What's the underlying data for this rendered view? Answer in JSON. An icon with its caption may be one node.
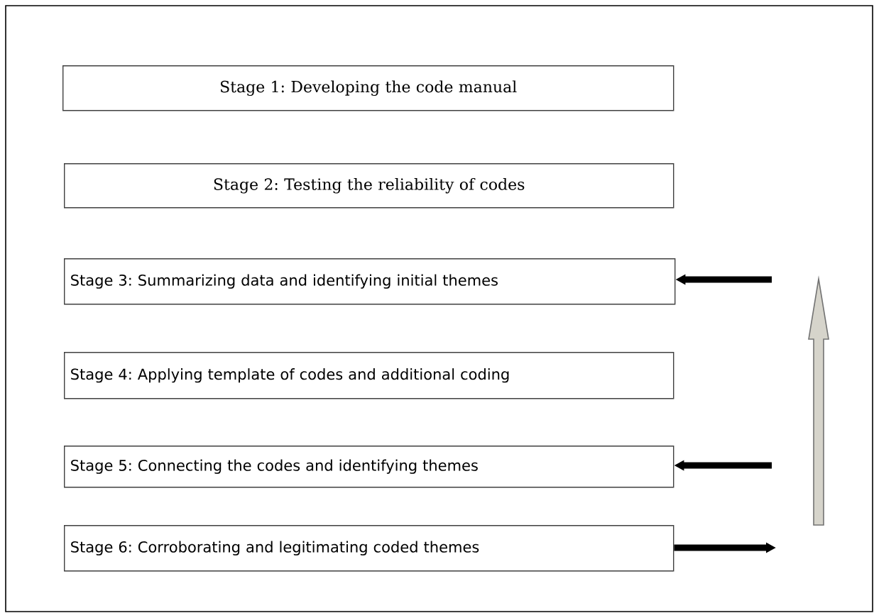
{
  "diagram": {
    "nodes": [
      {
        "text": [
          "Stage 1: Developing the code manual"
        ]
      },
      {
        "text": [
          "Stage 2: Testing the reliability of codes"
        ]
      },
      {
        "text": [
          "Stage 3: Summarizing data and identifying initial themes"
        ]
      },
      {
        "text": [
          "Stage 4: Applying template of codes and additional coding"
        ]
      },
      {
        "text": [
          "Stage 5: Connecting the codes and identifying themes"
        ]
      },
      {
        "text": [
          "Stage 6: Corroborating and legitimating coded themes"
        ]
      }
    ],
    "edges": [
      {
        "from": null,
        "to": 2,
        "arrow": "to"
      },
      {
        "from": null,
        "to": 4,
        "arrow": "to"
      },
      {
        "from": 5,
        "to": null,
        "arrow": "to"
      }
    ]
  }
}
